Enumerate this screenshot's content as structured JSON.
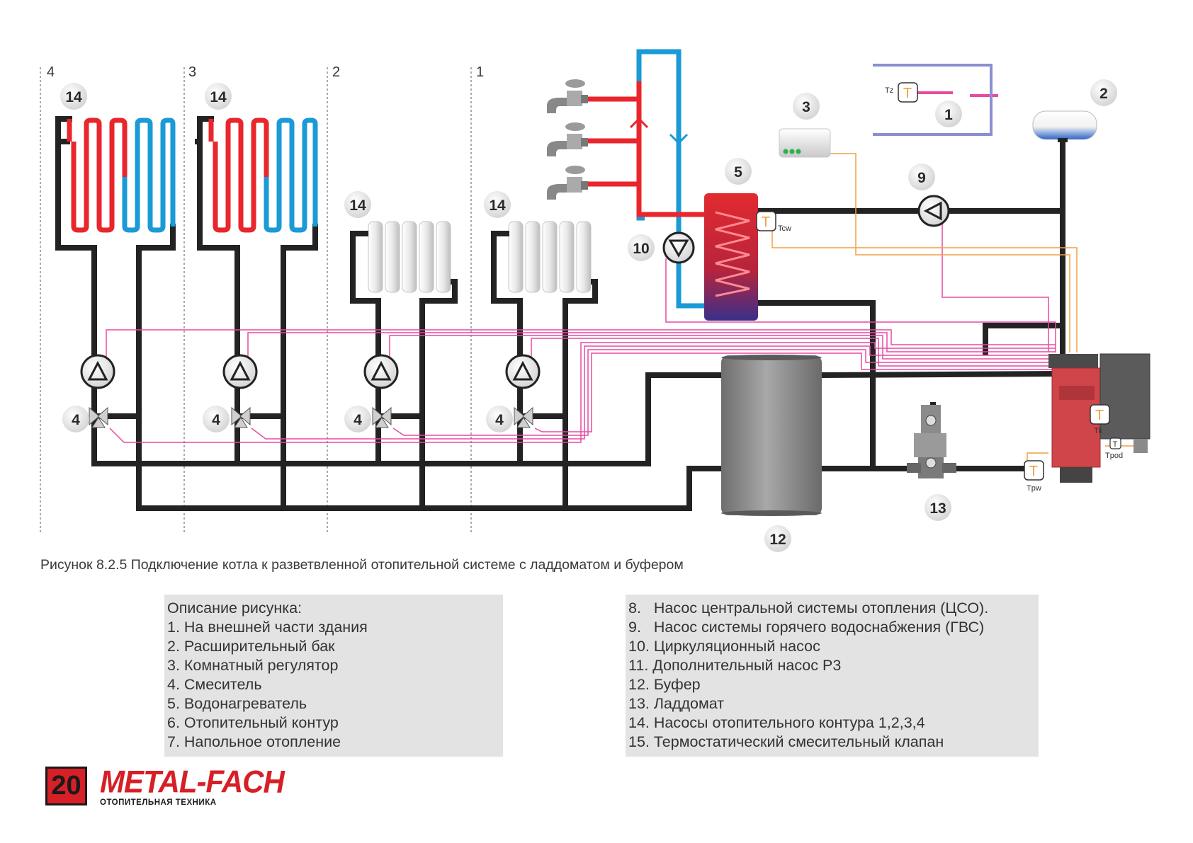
{
  "circuit_labels": [
    "4",
    "3",
    "2",
    "1"
  ],
  "callouts": {
    "c14": "14",
    "c4": "4",
    "c1": "1",
    "c2": "2",
    "c3": "3",
    "c5": "5",
    "c9": "9",
    "c10": "10",
    "c12": "12",
    "c13": "13"
  },
  "sensors": {
    "symbol": "T",
    "tz": "Tz",
    "tcw": "Tcw",
    "tk": "Tk",
    "tpod": "Tpod",
    "tpw": "Tpw"
  },
  "caption": "Рисунок 8.2.5 Подключение котла к разветвленной отопительной системе с ладдоматом и буфером",
  "legend_left": [
    "Описание рисунка:",
    "1. На внешней части здания",
    "2. Расширительный бак",
    "3. Комнатный регулятор",
    "4. Смеситель",
    "5. Водонагреватель",
    "6. Отопительный контур",
    "7. Напольное отопление"
  ],
  "legend_right": [
    "8.   Насос центральной системы отопления (ЦСО).",
    "9.   Насос системы горячего водоснабжения (ГВС)",
    "10. Циркуляционный насос",
    "11. Дополнительный насос P3",
    "12. Буфер",
    "13. Ладдомат",
    "14. Насосы отопительного контура 1,2,3,4",
    "15. Термостатический смесительный клапан"
  ],
  "footer": {
    "page_number": "20",
    "brand": "METAL-FACH",
    "tagline": "ОТОПИТЕЛЬНАЯ ТЕХНИКА"
  },
  "colors": {
    "pipe": "#232323",
    "hot": "#e8262c",
    "cold": "#1a9ad6",
    "signal_pink": "#e84aa0",
    "signal_orange": "#f0a040",
    "outdoor_frame": "#8a8fd0",
    "boiler": "#d0454a",
    "accent": "#d71f27"
  }
}
